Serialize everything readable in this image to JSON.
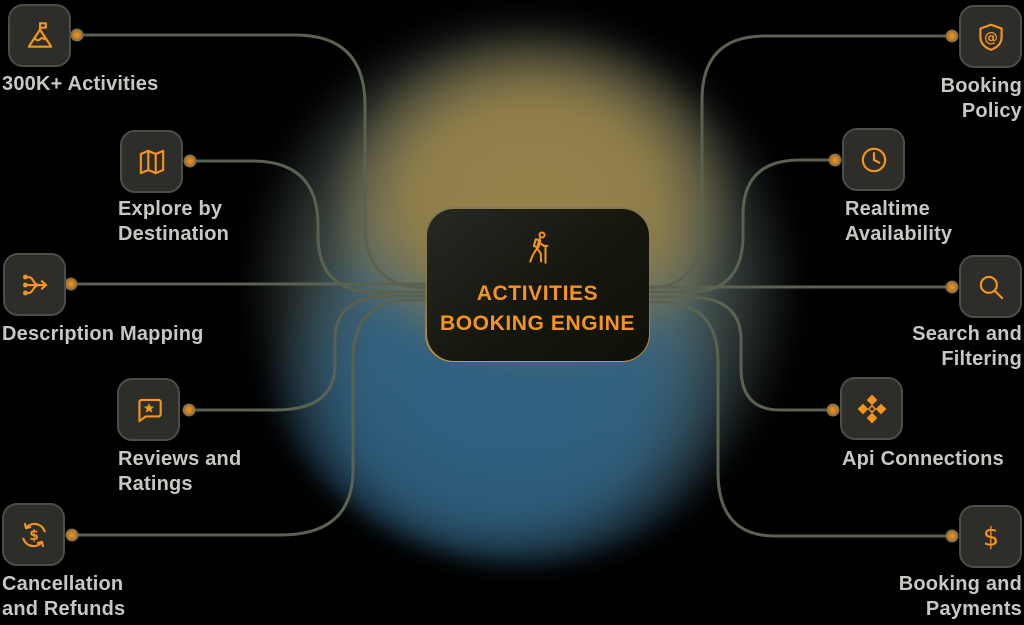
{
  "canvas": {
    "background_color": "#000000",
    "accent_orange": "#F6941D",
    "connector_color": "#5A6150",
    "label_color": "#C9C7C3",
    "globe_yellow": "#948049",
    "globe_blue": "#2D6082",
    "globe_haze": "#5B6A64"
  },
  "center": {
    "icon": "hiker-icon",
    "title_line1": "ACTIVITIES",
    "title_line2": "BOOKING ENGINE"
  },
  "nodes": [
    {
      "id": "activities-count",
      "side": "left",
      "icon": "mountain-flag-icon",
      "line1": "300K+ Activities",
      "line2": ""
    },
    {
      "id": "explore-by-destination",
      "side": "left",
      "icon": "map-icon",
      "line1": "Explore by",
      "line2": "Destination"
    },
    {
      "id": "description-mapping",
      "side": "left",
      "icon": "merge-arrows-icon",
      "line1": "Description Mapping",
      "line2": ""
    },
    {
      "id": "reviews-and-ratings",
      "side": "left",
      "icon": "chat-star-icon",
      "line1": "Reviews and",
      "line2": "Ratings"
    },
    {
      "id": "cancellation-refunds",
      "side": "left",
      "icon": "refund-dollar-icon",
      "line1": "Cancellation",
      "line2": "and Refunds"
    },
    {
      "id": "booking-policy",
      "side": "right",
      "icon": "shield-at-icon",
      "line1": "Booking",
      "line2": "Policy"
    },
    {
      "id": "realtime-availability",
      "side": "right",
      "icon": "clock-icon",
      "line1": "Realtime",
      "line2": "Availability"
    },
    {
      "id": "search-and-filtering",
      "side": "right",
      "icon": "search-icon",
      "line1": "Search and",
      "line2": "Filtering"
    },
    {
      "id": "api-connections",
      "side": "right",
      "icon": "api-diamonds-icon",
      "line1": "Api Connections",
      "line2": ""
    },
    {
      "id": "booking-and-payments",
      "side": "right",
      "icon": "dollar-icon",
      "line1": "Booking and",
      "line2": "Payments"
    }
  ]
}
